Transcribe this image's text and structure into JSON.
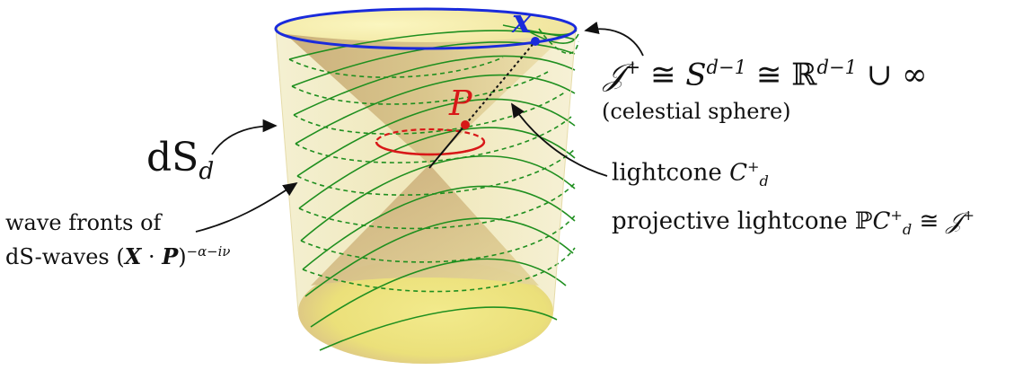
{
  "colors": {
    "cylinder_fill": "#f3ecb6",
    "cone_fill": "#d9c890",
    "bottom_disk": "#ece27e",
    "wavefront_green": "#1f8f1f",
    "top_ring": "#1a2bdb",
    "point_p": "#d81818",
    "point_x": "#1a2bdb",
    "line": "#111111"
  },
  "labels": {
    "point_x": "x",
    "point_p": "P",
    "ds_main": "dS",
    "ds_sub": "d",
    "scri_sym": "𝒥",
    "scri_plus": "+",
    "cong1": " ≅ ",
    "sphere_S": "S",
    "sphere_exp": "d−1",
    "cong2": " ≅ ",
    "reals": "ℝ",
    "reals_exp": "d−1",
    "union_inf": " ∪ ∞",
    "celestial": "(celestial sphere)",
    "lightcone_text": "lightcone ",
    "lightcone_C": "C",
    "lightcone_sup": "+",
    "lightcone_sub": "d",
    "projective_text": "projective lightcone ",
    "projective_P": "ℙ",
    "projective_C": "C",
    "projective_sup": "+",
    "projective_sub": "d",
    "projective_cong": " ≅ ",
    "projective_scri": "𝒥",
    "projective_scri_plus": "+",
    "wave_line1": "wave fronts of",
    "wave_line2_pre": "dS-waves ",
    "wave_line2_open": "(",
    "wave_line2_X": "X",
    "wave_line2_dot": " · ",
    "wave_line2_P": "P",
    "wave_line2_close": ")",
    "wave_line2_exp": "−α−iν"
  }
}
